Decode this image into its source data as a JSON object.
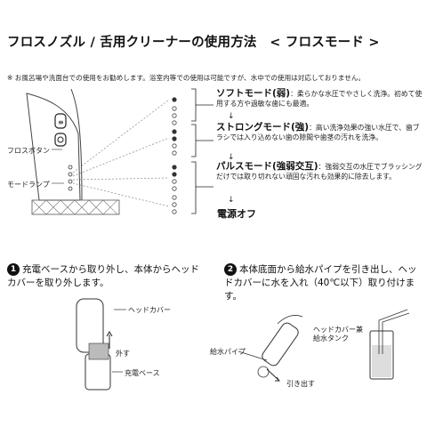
{
  "title": "フロスノズル / 舌用クリーナーの使用方法　< フロスモード >",
  "note": "※ お風呂場や洗面台での使用をお勧めします。浴室内等での使用は可能ですが、水中での使用は対応しておりません。",
  "device_labels": {
    "floss_button": "フロスボタン",
    "mode_lamp": "モードランプ"
  },
  "modes": [
    {
      "name": "ソフトモード(弱)",
      "desc": "：柔らかな水圧でやさしく洗浄。初めて使用する方や過敏な歯にも最適。"
    },
    {
      "name": "ストロングモード(強)",
      "desc": "：高い洗浄効果の強い水圧で、歯ブラシでは入り込めない歯の隙間や歯茎の汚れを洗浄。"
    },
    {
      "name": "パルスモード(強弱交互)",
      "desc": "：強弱交互の水圧でブラッシングだけでは取り切れない頑固な汚れも効果的に除去します。"
    }
  ],
  "arrow": "↓",
  "power_off": "電源オフ",
  "steps": [
    {
      "num": "1",
      "text": "充電ベースから取り外し、本体からヘッドカバーを取り外します。"
    },
    {
      "num": "2",
      "text": "本体底面から給水パイプを引き出し、ヘッドカバーに水を入れ（40℃以下）取り付けます。"
    }
  ],
  "step1_labels": {
    "head_cover": "ヘッドカバー",
    "remove": "外す",
    "charge_base": "充電ベース"
  },
  "step2_labels": {
    "supply_pipe": "給水パイプ",
    "pull_out": "引き出す",
    "tank": "ヘッドカバー兼\n給水タンク"
  }
}
